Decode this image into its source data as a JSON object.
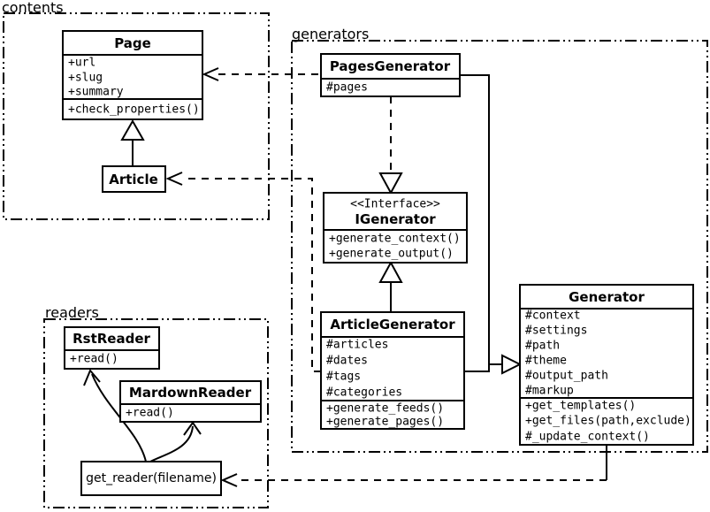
{
  "packages": {
    "contents": {
      "label": "contents"
    },
    "generators": {
      "label": "generators"
    },
    "readers": {
      "label": "readers"
    }
  },
  "classes": {
    "page": {
      "name": "Page",
      "attributes": [
        "+url",
        "+slug",
        "+summary"
      ],
      "methods": [
        "+check_properties()"
      ]
    },
    "article": {
      "name": "Article"
    },
    "pages_generator": {
      "name": "PagesGenerator",
      "attributes": [
        "#pages"
      ]
    },
    "igenerator": {
      "stereotype": "<<Interface>>",
      "name": "IGenerator",
      "methods": [
        "+generate_context()",
        "+generate_output()"
      ]
    },
    "article_generator": {
      "name": "ArticleGenerator",
      "attributes": [
        "#articles",
        "#dates",
        "#tags",
        "#categories"
      ],
      "methods": [
        "+generate_feeds()",
        "+generate_pages()"
      ]
    },
    "generator": {
      "name": "Generator",
      "attributes": [
        "#context",
        "#settings",
        "#path",
        "#theme",
        "#output_path",
        "#markup"
      ],
      "methods": [
        "+get_templates()",
        "+get_files(path,exclude)",
        "#_update_context()"
      ]
    },
    "rst_reader": {
      "name": "RstReader",
      "methods": [
        "+read()"
      ]
    },
    "mardown_reader": {
      "name": "MardownReader",
      "methods": [
        "+read()"
      ]
    },
    "get_reader": {
      "name": "get_reader(filename)"
    }
  },
  "colors": {
    "line": "#000000",
    "background": "#ffffff",
    "box_fill": "#ffffff"
  }
}
